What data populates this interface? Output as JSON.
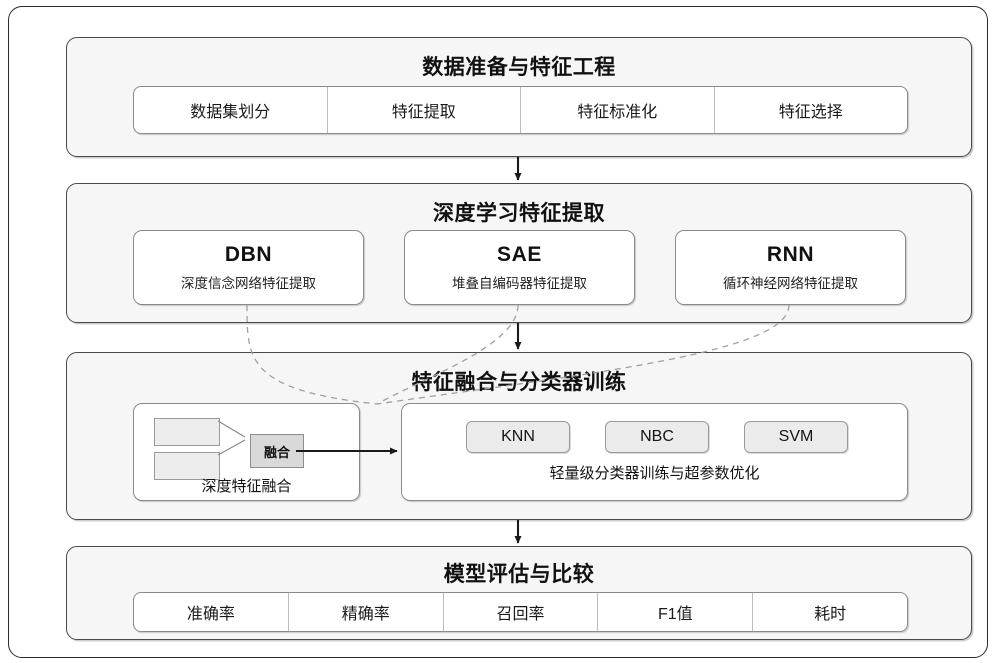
{
  "diagram": {
    "title_semantic": "deep-learning-feature-fusion-pipeline",
    "stages": [
      {
        "id": "data-preparation",
        "title": "数据准备与特征工程",
        "cells": [
          "数据集划分",
          "特征提取",
          "特征标准化",
          "特征选择"
        ]
      },
      {
        "id": "deep-feature-extraction",
        "title": "深度学习特征提取",
        "models": [
          {
            "name": "DBN",
            "desc": "深度信念网络特征提取"
          },
          {
            "name": "SAE",
            "desc": "堆叠自编码器特征提取"
          },
          {
            "name": "RNN",
            "desc": "循环神经网络特征提取"
          }
        ]
      },
      {
        "id": "fusion-and-classifier-training",
        "title": "特征融合与分类器训练",
        "fusion": {
          "caption": "深度特征融合",
          "fuse_label": "融合"
        },
        "classifier": {
          "caption": "轻量级分类器训练与超参数优化",
          "chips": [
            "KNN",
            "NBC",
            "SVM"
          ]
        }
      },
      {
        "id": "model-evaluation",
        "title": "模型评估与比较",
        "cells": [
          "准确率",
          "精确率",
          "召回率",
          "F1值",
          "耗时"
        ]
      }
    ],
    "colors": {
      "page_background": "#ffffff",
      "stage_fill": "#f6f6f6",
      "stage_border": "#4a4a4a",
      "inner_fill": "#ffffff",
      "inner_border": "#8a8a8a",
      "chip_fill": "#ebebeb",
      "fuse_fill": "#d9d9d9",
      "arrow": "#1a1a1a",
      "dashed_connector": "#9a9a9a",
      "text": "#111111"
    }
  }
}
